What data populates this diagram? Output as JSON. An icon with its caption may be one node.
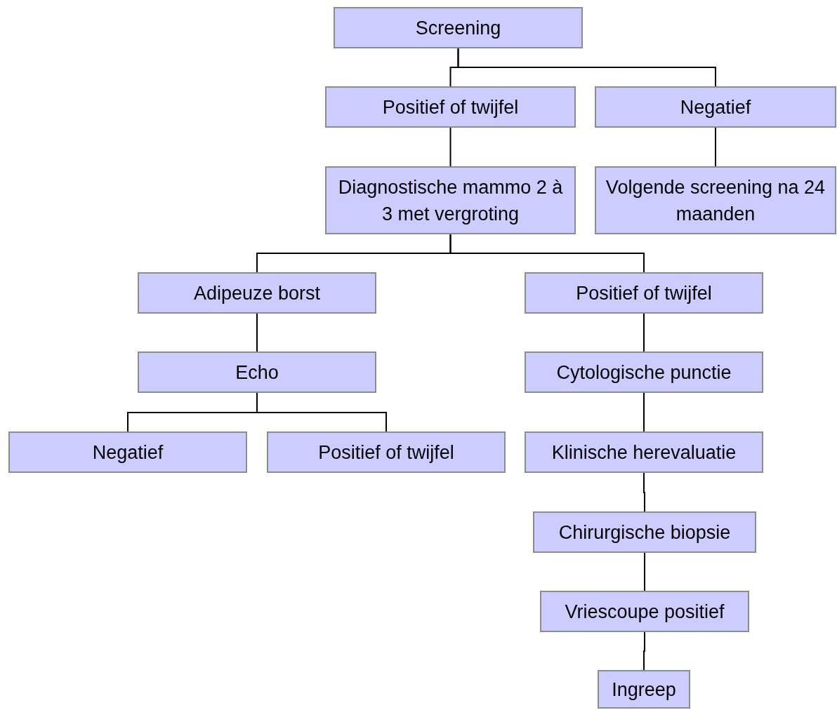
{
  "diagram": {
    "nodes": [
      {
        "text": [
          "Screening"
        ]
      },
      {
        "text": [
          "Positief of twijfel"
        ]
      },
      {
        "text": [
          "Negatief"
        ]
      },
      {
        "text": [
          "Diagnostische mammo 2 à 3 met vergroting"
        ]
      },
      {
        "text": [
          "Volgende screening na 24 maanden"
        ]
      },
      {
        "text": [
          "Adipeuze borst"
        ]
      },
      {
        "text": [
          "Positief of twijfel"
        ]
      },
      {
        "text": [
          "Echo"
        ]
      },
      {
        "text": [
          "Cytologische punctie"
        ]
      },
      {
        "text": [
          "Negatief"
        ]
      },
      {
        "text": [
          "Positief of twijfel"
        ]
      },
      {
        "text": [
          "Klinische herevaluatie"
        ]
      },
      {
        "text": [
          "Chirurgische biopsie"
        ]
      },
      {
        "text": [
          "Vriescoupe positief"
        ]
      },
      {
        "text": [
          "Ingreep"
        ]
      }
    ],
    "edges": [
      {
        "from": 0,
        "to": 1,
        "arrow": "none"
      },
      {
        "from": 0,
        "to": 2,
        "arrow": "none"
      },
      {
        "from": 1,
        "to": 3,
        "arrow": "none"
      },
      {
        "from": 2,
        "to": 4,
        "arrow": "none"
      },
      {
        "from": 3,
        "to": 5,
        "arrow": "none"
      },
      {
        "from": 3,
        "to": 6,
        "arrow": "none"
      },
      {
        "from": 5,
        "to": 7,
        "arrow": "none"
      },
      {
        "from": 7,
        "to": 9,
        "arrow": "none"
      },
      {
        "from": 7,
        "to": 10,
        "arrow": "none"
      },
      {
        "from": 6,
        "to": 8,
        "arrow": "none"
      },
      {
        "from": 8,
        "to": 11,
        "arrow": "none"
      },
      {
        "from": 11,
        "to": 12,
        "arrow": "none"
      },
      {
        "from": 12,
        "to": 13,
        "arrow": "none"
      },
      {
        "from": 13,
        "to": 14,
        "arrow": "none"
      }
    ]
  }
}
